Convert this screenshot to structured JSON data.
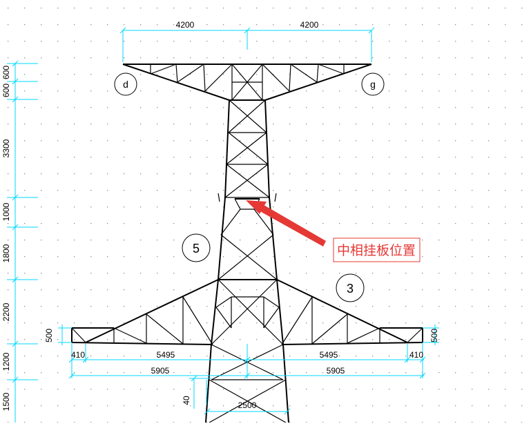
{
  "drawing": {
    "colors": {
      "background": "#ffffff",
      "dimension_line": "#00d7ff",
      "structure": "#000000",
      "callout": "#e53935"
    },
    "top_dims": [
      "4200",
      "4200"
    ],
    "left_dims": [
      "600",
      "600",
      "3300",
      "1000",
      "1800",
      "2200",
      "1200",
      "1500"
    ],
    "side_dims": {
      "left": "500",
      "right": "500"
    },
    "lower_dims": {
      "edge_left": "410",
      "inner_left": "5495",
      "inner_right": "5495",
      "edge_right": "410",
      "outer_left": "5905",
      "outer_right": "5905"
    },
    "base_dims": {
      "width": "2500",
      "offset": "40"
    },
    "circle_labels": [
      "d",
      "g",
      "5",
      "3"
    ],
    "callout": {
      "text": "中相挂板位置"
    }
  }
}
